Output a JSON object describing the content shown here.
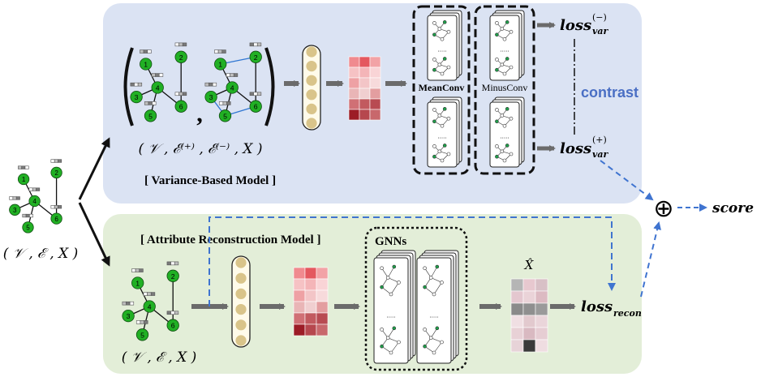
{
  "input_graph": {
    "node_labels": [
      "1",
      "2",
      "3",
      "4",
      "5",
      "6"
    ],
    "caption": "( 𝒱 , ℰ , X )"
  },
  "variance_model": {
    "title": "[ Variance-Based Model ]",
    "graph_caption": "( 𝒱 , ℰ⁽⁺⁾ , ℰ⁽⁻⁾ , X )",
    "left_graph_labels": [
      "1",
      "2",
      "3",
      "4",
      "5",
      "6"
    ],
    "right_graph_labels": [
      "1",
      "2",
      "3",
      "4",
      "5",
      "6"
    ],
    "comma": ",",
    "meanconv_label": "MeanConv",
    "minusconv_label": "MinusConv",
    "contrast_label": "contrast",
    "loss_minus": {
      "base": "loss",
      "sub": "var",
      "sup": "(−)"
    },
    "loss_plus": {
      "base": "loss",
      "sub": "var",
      "sup": "(+)"
    }
  },
  "attribute_model": {
    "title": "[ Attribute Reconstruction Model ]",
    "graph_caption": "( 𝒱 , ℰ , X )",
    "graph_labels": [
      "1",
      "2",
      "3",
      "4",
      "5",
      "6"
    ],
    "gnns_label": "GNNs",
    "xhat_label": "X̂",
    "loss_recon": {
      "base": "loss",
      "sub": "recon"
    }
  },
  "combine": {
    "oplus": "⊕",
    "score_label": "score"
  },
  "colors": {
    "variance_bg": "#dbe3f3",
    "attribute_bg": "#e3eed8",
    "node_green": "#21b024",
    "contrast_blue": "#4a6fc4",
    "dashed_blue": "#3f74d0",
    "arrow_gray": "#6b6b6b"
  }
}
